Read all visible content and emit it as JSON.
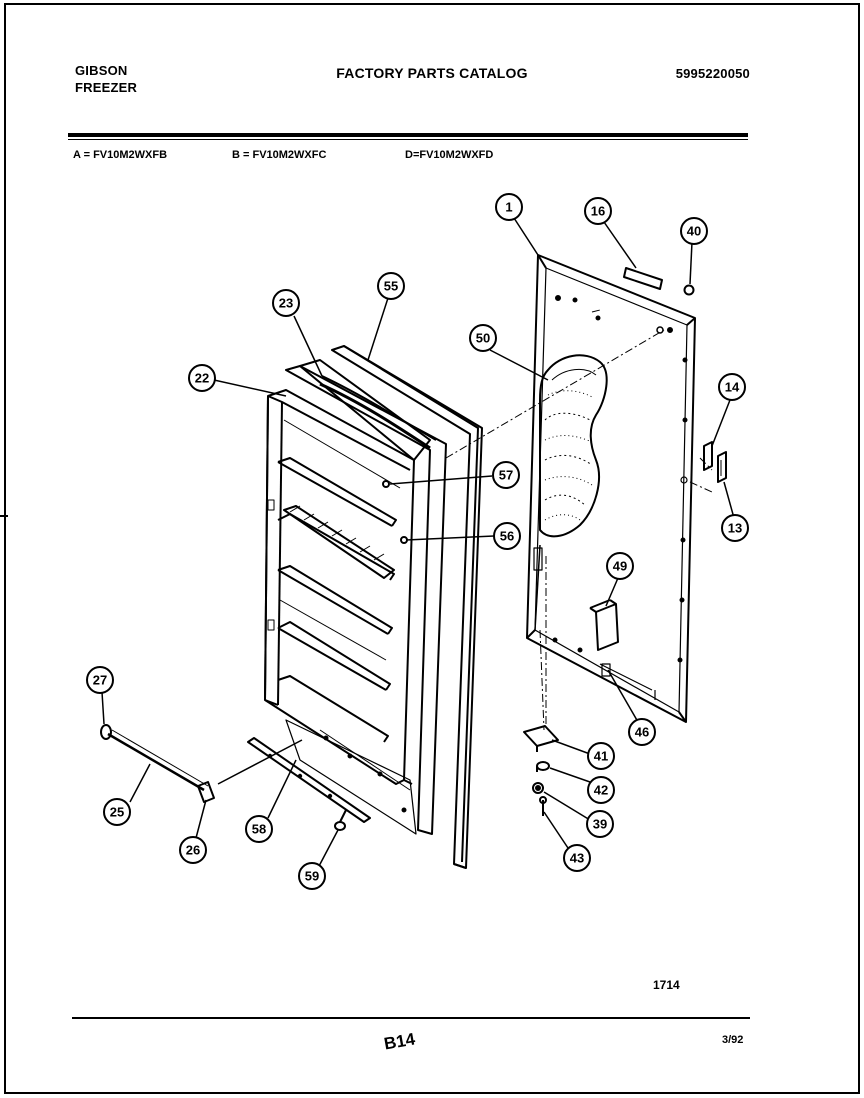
{
  "header": {
    "brand_line1": "GIBSON",
    "brand_line2": "FREEZER",
    "title": "FACTORY PARTS CATALOG",
    "catalog_number": "5995220050"
  },
  "models": [
    "A = FV10M2WXFB",
    "B = FV10M2WXFC",
    "D=FV10M2WXFD"
  ],
  "callouts": {
    "c1": "1",
    "c16": "16",
    "c40": "40",
    "c55": "55",
    "c23": "23",
    "c50": "50",
    "c22": "22",
    "c14": "14",
    "c57": "57",
    "c13": "13",
    "c56": "56",
    "c49": "49",
    "c27": "27",
    "c46": "46",
    "c41": "41",
    "c42": "42",
    "c25": "25",
    "c39": "39",
    "c58": "58",
    "c26": "26",
    "c43": "43",
    "c59": "59"
  },
  "footer": {
    "code": "1714",
    "page_ref": "B14",
    "date_code": "3/92"
  }
}
